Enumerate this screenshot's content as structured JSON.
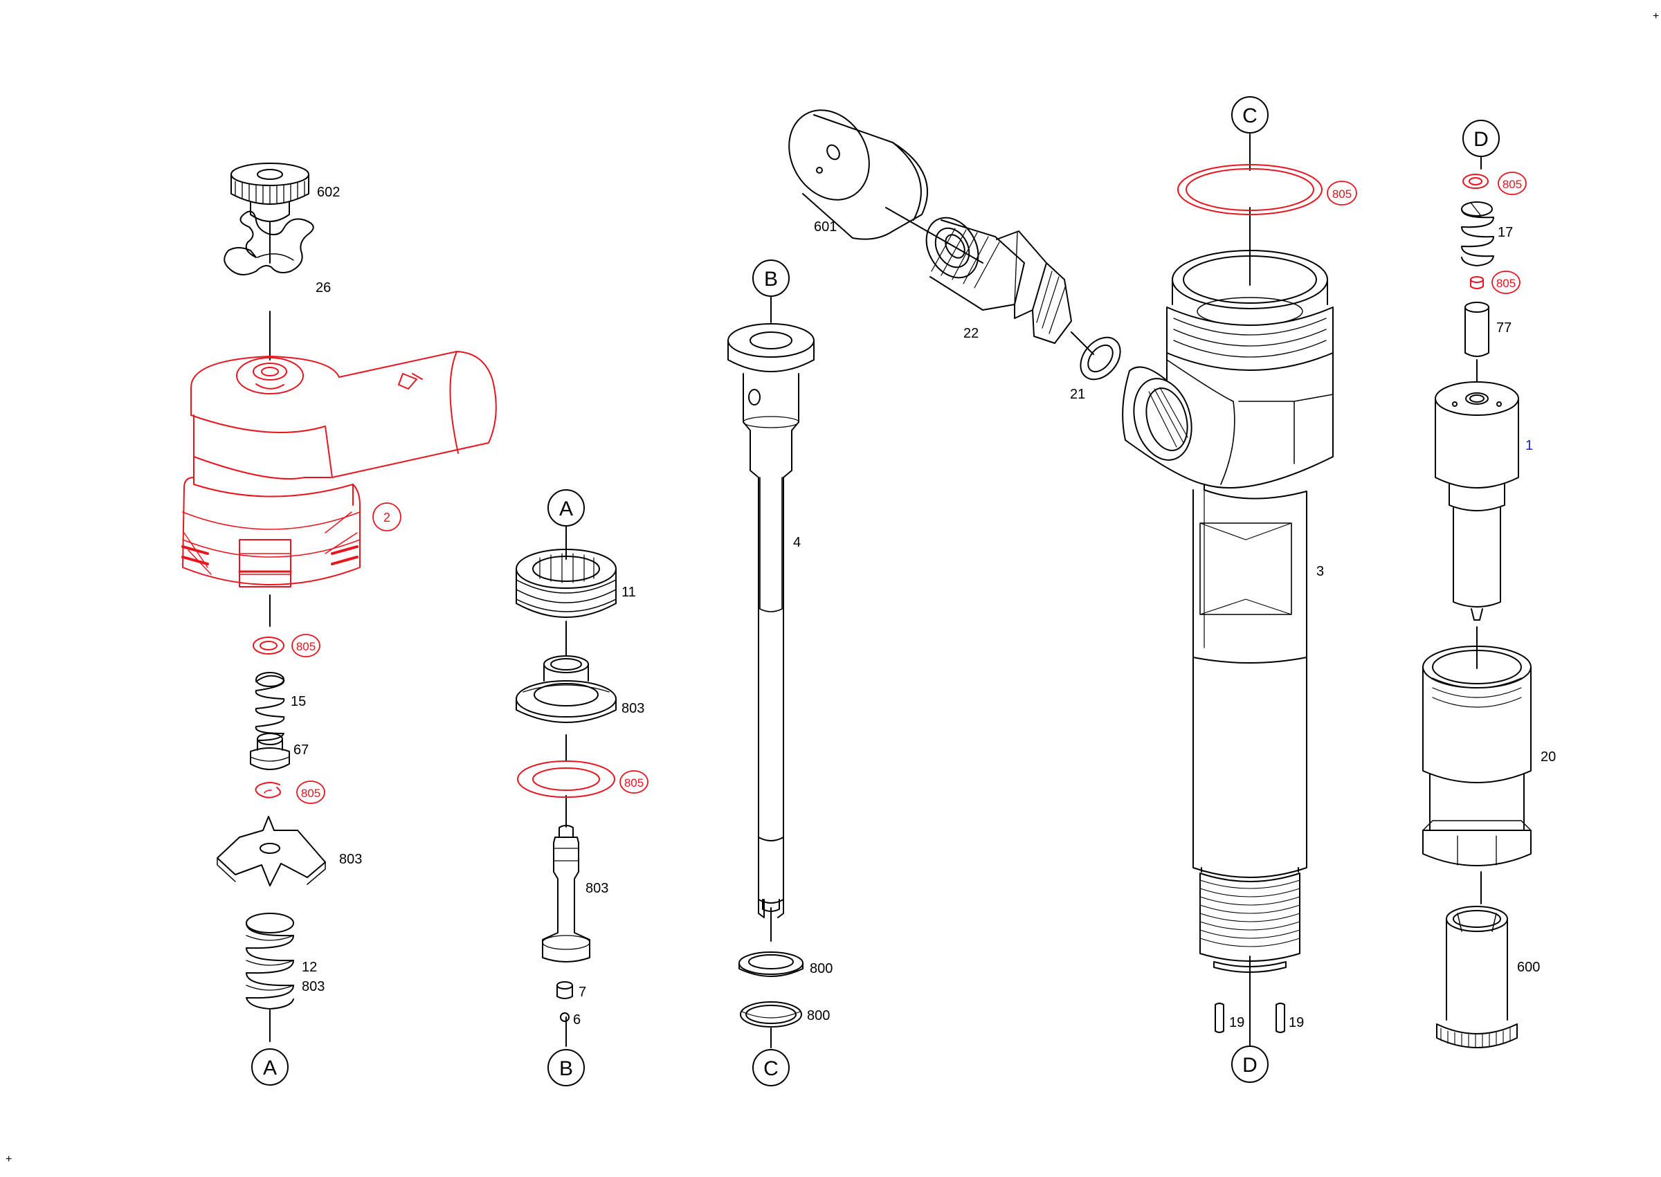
{
  "colors": {
    "line": "#000000",
    "highlight": "#e8141e",
    "link": "#1a1ad6",
    "background": "#ffffff"
  },
  "corner_marks": [
    "+",
    "+"
  ],
  "connectors": {
    "A": "A",
    "B": "B",
    "C": "C",
    "D": "D"
  },
  "labels": {
    "p602": "602",
    "p26": "26",
    "p2": "2",
    "p805_a": "805",
    "p15": "15",
    "p67": "67",
    "p805_b": "805",
    "p803_a": "803",
    "p12": "12",
    "p803_b": "803",
    "p11": "11",
    "p803_c": "803",
    "p805_c": "805",
    "p803_d": "803",
    "p7": "7",
    "p6": "6",
    "p4": "4",
    "p800_a": "800",
    "p800_b": "800",
    "p601": "601",
    "p22": "22",
    "p21": "21",
    "p805_d": "805",
    "p3": "3",
    "p19_a": "19",
    "p19_b": "19",
    "p805_e": "805",
    "p17": "17",
    "p805_f": "805",
    "p77": "77",
    "p1": "1",
    "p20": "20",
    "p600": "600"
  }
}
